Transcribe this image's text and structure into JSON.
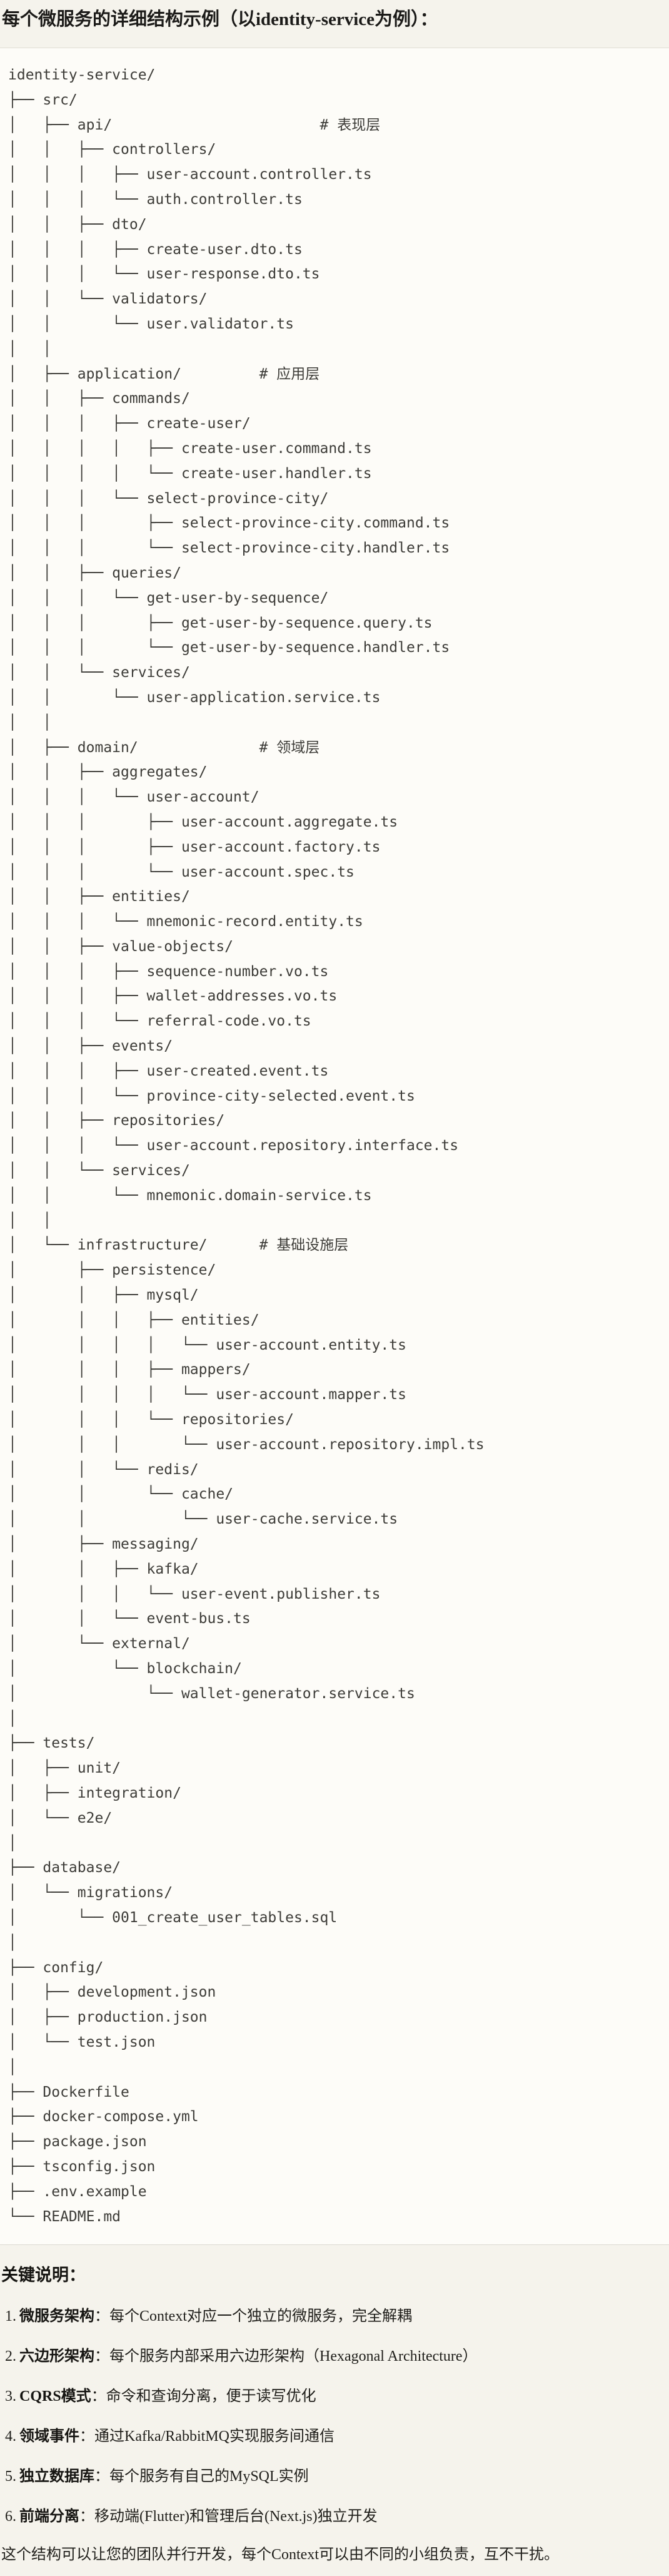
{
  "page": {
    "title": "每个微服务的详细结构示例（以identity-service为例）："
  },
  "colors": {
    "page_background": "#f5f3ec",
    "code_background": "#fdfcf8",
    "code_border": "#dddad2",
    "code_text": "#3d3c38",
    "body_text": "#201f1b"
  },
  "code_block": {
    "language": "plaintext",
    "lines": [
      "identity-service/",
      "├── src/",
      "│   ├── api/                        # 表现层",
      "│   │   ├── controllers/",
      "│   │   │   ├── user-account.controller.ts",
      "│   │   │   └── auth.controller.ts",
      "│   │   ├── dto/",
      "│   │   │   ├── create-user.dto.ts",
      "│   │   │   └── user-response.dto.ts",
      "│   │   └── validators/",
      "│   │       └── user.validator.ts",
      "│   │",
      "│   ├── application/         # 应用层",
      "│   │   ├── commands/",
      "│   │   │   ├── create-user/",
      "│   │   │   │   ├── create-user.command.ts",
      "│   │   │   │   └── create-user.handler.ts",
      "│   │   │   └── select-province-city/",
      "│   │   │       ├── select-province-city.command.ts",
      "│   │   │       └── select-province-city.handler.ts",
      "│   │   ├── queries/",
      "│   │   │   └── get-user-by-sequence/",
      "│   │   │       ├── get-user-by-sequence.query.ts",
      "│   │   │       └── get-user-by-sequence.handler.ts",
      "│   │   └── services/",
      "│   │       └── user-application.service.ts",
      "│   │",
      "│   ├── domain/              # 领域层",
      "│   │   ├── aggregates/",
      "│   │   │   └── user-account/",
      "│   │   │       ├── user-account.aggregate.ts",
      "│   │   │       ├── user-account.factory.ts",
      "│   │   │       └── user-account.spec.ts",
      "│   │   ├── entities/",
      "│   │   │   └── mnemonic-record.entity.ts",
      "│   │   ├── value-objects/",
      "│   │   │   ├── sequence-number.vo.ts",
      "│   │   │   ├── wallet-addresses.vo.ts",
      "│   │   │   └── referral-code.vo.ts",
      "│   │   ├── events/",
      "│   │   │   ├── user-created.event.ts",
      "│   │   │   └── province-city-selected.event.ts",
      "│   │   ├── repositories/",
      "│   │   │   └── user-account.repository.interface.ts",
      "│   │   └── services/",
      "│   │       └── mnemonic.domain-service.ts",
      "│   │",
      "│   └── infrastructure/      # 基础设施层",
      "│       ├── persistence/",
      "│       │   ├── mysql/",
      "│       │   │   ├── entities/",
      "│       │   │   │   └── user-account.entity.ts",
      "│       │   │   ├── mappers/",
      "│       │   │   │   └── user-account.mapper.ts",
      "│       │   │   └── repositories/",
      "│       │   │       └── user-account.repository.impl.ts",
      "│       │   └── redis/",
      "│       │       └── cache/",
      "│       │           └── user-cache.service.ts",
      "│       ├── messaging/",
      "│       │   ├── kafka/",
      "│       │   │   └── user-event.publisher.ts",
      "│       │   └── event-bus.ts",
      "│       └── external/",
      "│           └── blockchain/",
      "│               └── wallet-generator.service.ts",
      "│",
      "├── tests/",
      "│   ├── unit/",
      "│   ├── integration/",
      "│   └── e2e/",
      "│",
      "├── database/",
      "│   └── migrations/",
      "│       └── 001_create_user_tables.sql",
      "│",
      "├── config/",
      "│   ├── development.json",
      "│   ├── production.json",
      "│   └── test.json",
      "│",
      "├── Dockerfile",
      "├── docker-compose.yml",
      "├── package.json",
      "├── tsconfig.json",
      "├── .env.example",
      "└── README.md"
    ]
  },
  "notes": {
    "heading": "关键说明：",
    "items": [
      {
        "number": "1.",
        "label": "微服务架构",
        "text": "：每个Context对应一个独立的微服务，完全解耦"
      },
      {
        "number": "2.",
        "label": "六边形架构",
        "text": "：每个服务内部采用六边形架构（Hexagonal Architecture）"
      },
      {
        "number": "3.",
        "label": "CQRS模式",
        "text": "：命令和查询分离，便于读写优化"
      },
      {
        "number": "4.",
        "label": "领域事件",
        "text": "：通过Kafka/RabbitMQ实现服务间通信"
      },
      {
        "number": "5.",
        "label": "独立数据库",
        "text": "：每个服务有自己的MySQL实例"
      },
      {
        "number": "6.",
        "label": "前端分离",
        "text": "：移动端(Flutter)和管理后台(Next.js)独立开发"
      }
    ],
    "footer": "这个结构可以让您的团队并行开发，每个Context可以由不同的小组负责，互不干扰。"
  }
}
